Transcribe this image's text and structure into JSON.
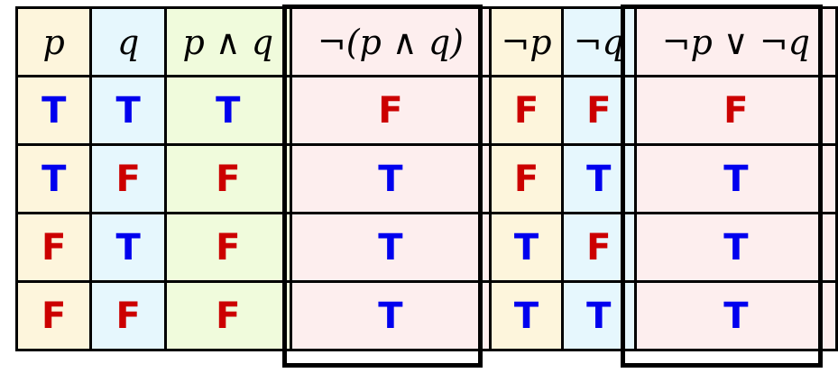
{
  "colors": {
    "T": "#0000ee",
    "F": "#cc0000",
    "yellow": "#fdf5dc",
    "blue": "#e6f7fd",
    "green": "#f0fbdc",
    "pink": "#fdeeee"
  },
  "columns": [
    {
      "header": "p",
      "bg": "yellow",
      "values": [
        "T",
        "T",
        "F",
        "F"
      ]
    },
    {
      "header": "q",
      "bg": "blue",
      "values": [
        "T",
        "F",
        "T",
        "F"
      ]
    },
    {
      "header": "p ∧ q",
      "bg": "green",
      "values": [
        "T",
        "F",
        "F",
        "F"
      ]
    },
    {
      "header": "¬(p ∧ q)",
      "bg": "pink",
      "values": [
        "F",
        "T",
        "T",
        "T"
      ]
    },
    {
      "header": "¬p",
      "bg": "yellow",
      "values": [
        "F",
        "F",
        "T",
        "T"
      ]
    },
    {
      "header": "¬q",
      "bg": "blue",
      "values": [
        "F",
        "T",
        "F",
        "T"
      ]
    },
    {
      "header": "¬p ∨ ¬q",
      "bg": "pink",
      "values": [
        "F",
        "T",
        "T",
        "T"
      ]
    }
  ]
}
